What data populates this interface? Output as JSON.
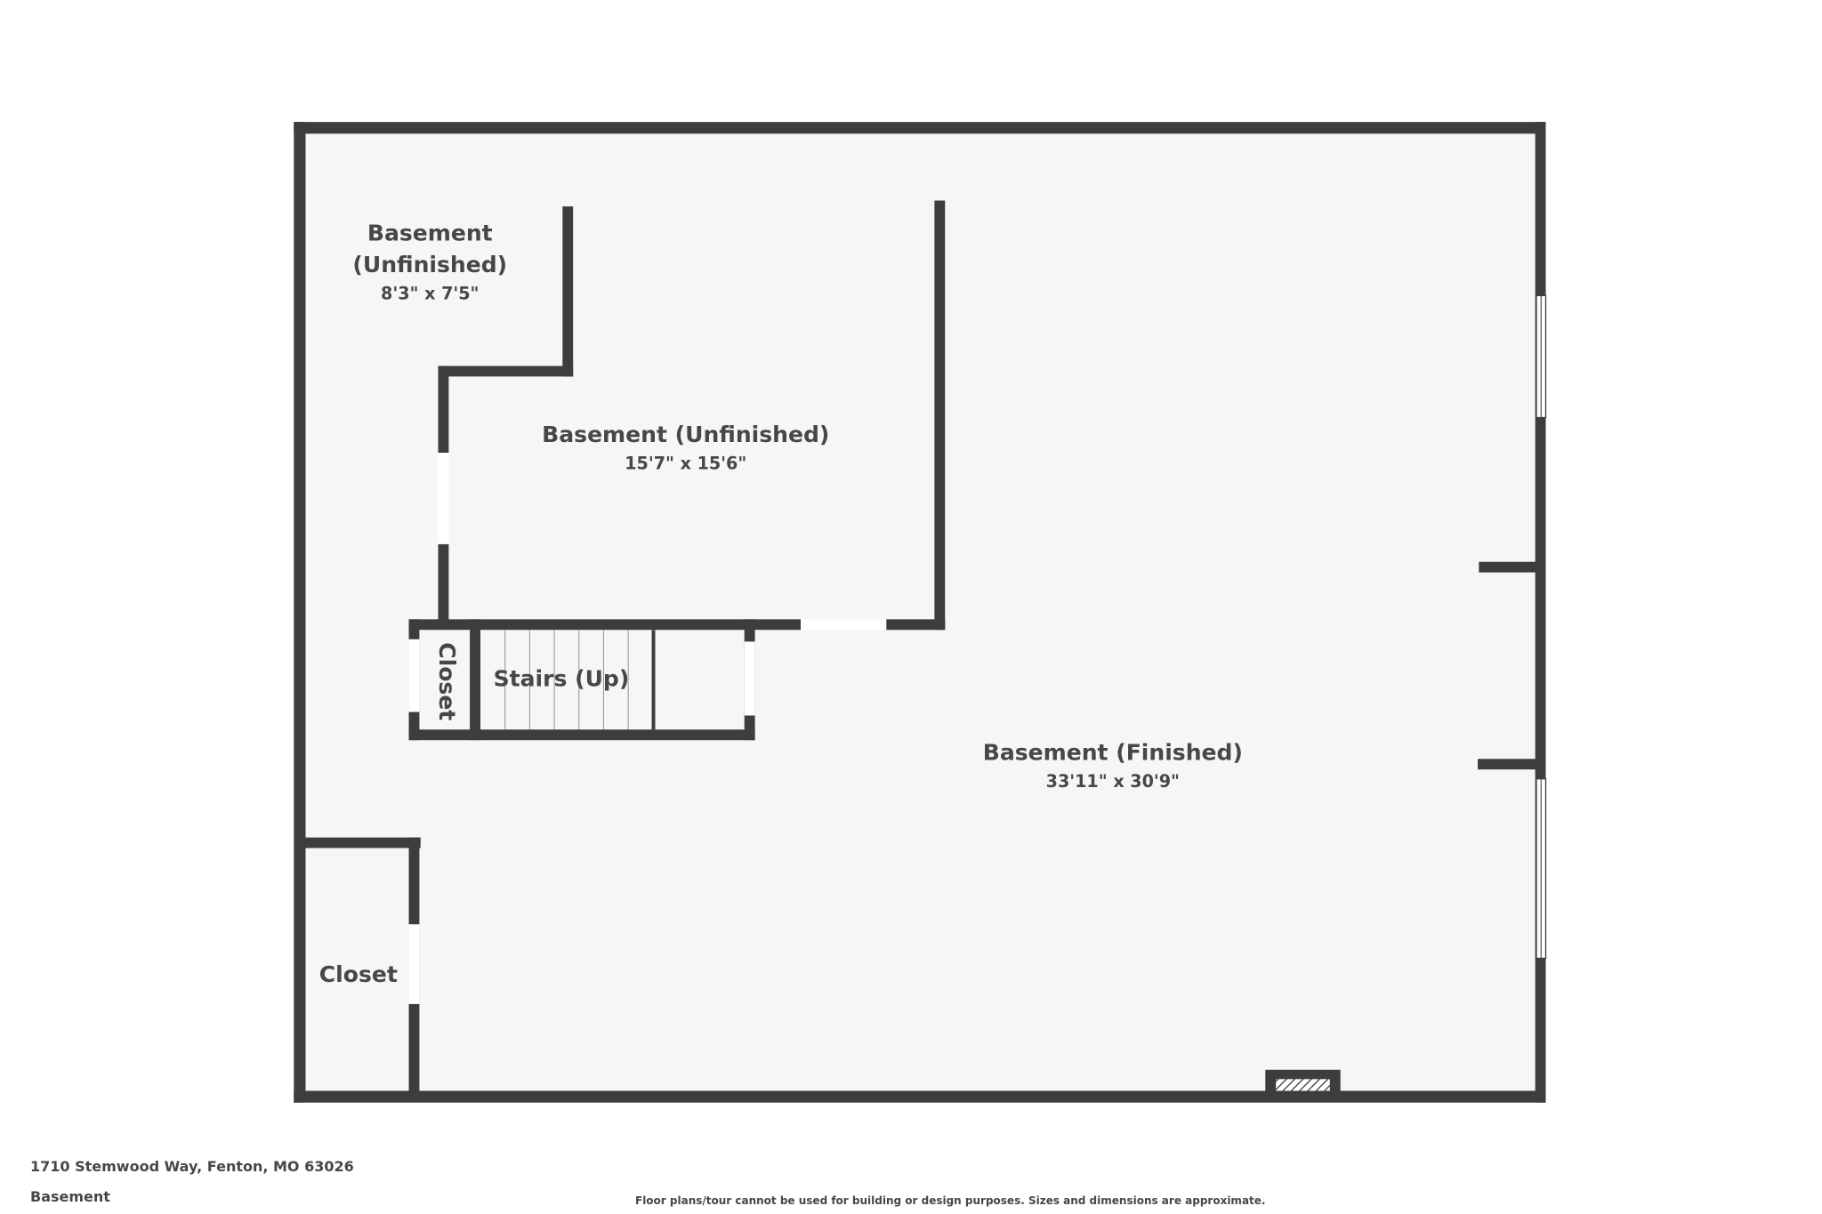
{
  "rooms": {
    "small_unfinished": {
      "line1": "Basement",
      "line2": "(Unfinished)",
      "dims": "8'3\" x 7'5\""
    },
    "unfinished": {
      "name": "Basement (Unfinished)",
      "dims": "15'7\" x 15'6\""
    },
    "finished": {
      "name": "Basement (Finished)",
      "dims": "33'11\" x 30'9\""
    },
    "stair_closet": {
      "name": "Closet"
    },
    "stairs": {
      "name": "Stairs (Up)"
    },
    "closet": {
      "name": "Closet"
    }
  },
  "footer": {
    "address": "1710 Stemwood Way, Fenton, MO 63026",
    "floor": "Basement",
    "disclaimer": "Floor plans/tour cannot be used for building or design purposes. Sizes and dimensions are approximate."
  },
  "colors": {
    "wall": "#3d3d3d",
    "floor": "#f6f6f6",
    "text": "#474747"
  }
}
